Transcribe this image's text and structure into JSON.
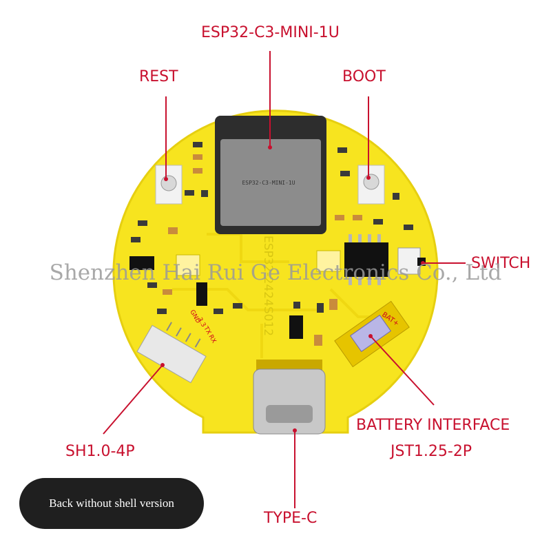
{
  "labels": {
    "esp": "ESP32-C3-MINI-1U",
    "rest": "REST",
    "boot": "BOOT",
    "switch": "SWITCH",
    "sh": "SH1.0-4P",
    "battery": "BATTERY INTERFACE",
    "jst": "JST1.25-2P",
    "typec": "TYPE-C"
  },
  "chip_text": "ESP32-C3-MINI-1U",
  "silk": {
    "gnd": "GND",
    "v33": "3.3",
    "tx": "TX",
    "rx": "RX",
    "bat": "BAT+",
    "board_id": "ESP32-2424S012"
  },
  "watermark": "Shenzhen Hai Rui Ge Electronics Co., Ltd",
  "caption": "Back without shell version",
  "colors": {
    "board": "#f7e41f",
    "board_edge": "#e6cf10",
    "label": "#c8102e",
    "module": "#8c8c8c",
    "pill": "#1f1f1f"
  }
}
